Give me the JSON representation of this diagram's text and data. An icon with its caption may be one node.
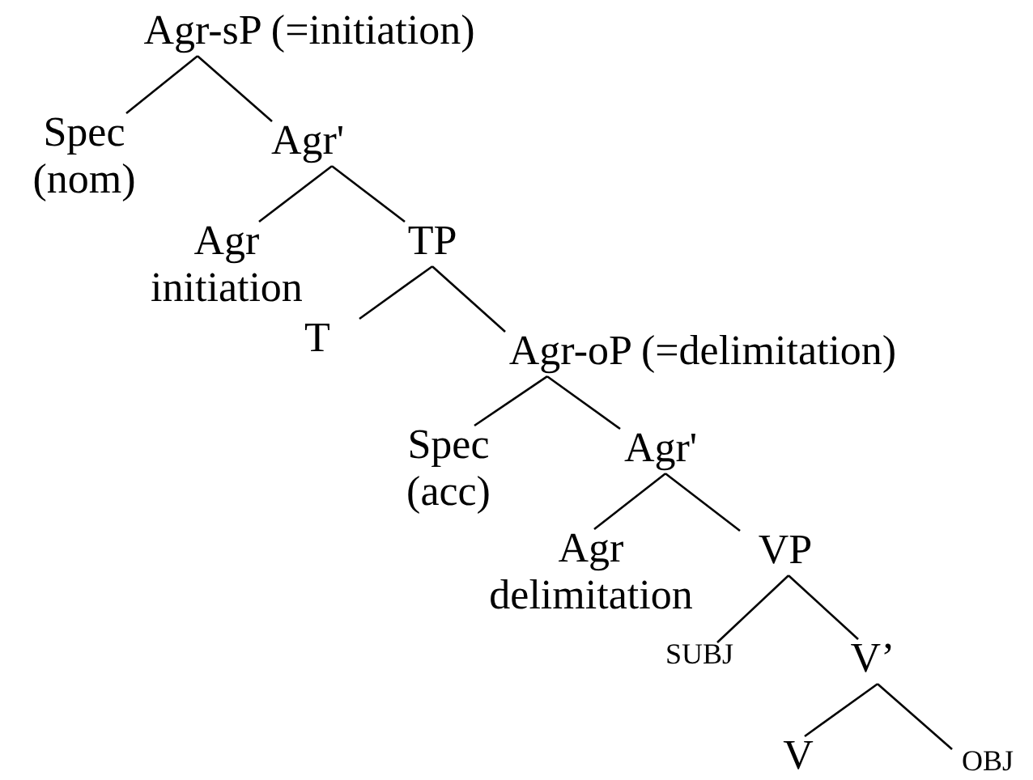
{
  "diagram": {
    "nodes": [
      {
        "text": [
          "Agr-sP (=initiation)"
        ]
      },
      {
        "text": [
          "Spec",
          "(nom)"
        ]
      },
      {
        "text": [
          "Agr'"
        ]
      },
      {
        "text": [
          "Agr",
          "initiation"
        ]
      },
      {
        "text": [
          "TP"
        ]
      },
      {
        "text": [
          "T"
        ]
      },
      {
        "text": [
          "Agr-oP (=delimitation)"
        ]
      },
      {
        "text": [
          "Spec",
          "(acc)"
        ]
      },
      {
        "text": [
          "Agr'"
        ]
      },
      {
        "text": [
          "Agr",
          "delimitation"
        ]
      },
      {
        "text": [
          "VP"
        ]
      },
      {
        "text": [
          "SUBJ"
        ]
      },
      {
        "text": [
          "V’"
        ]
      },
      {
        "text": [
          "V"
        ]
      },
      {
        "text": [
          "OBJ"
        ]
      }
    ],
    "edges": [
      {
        "from": 0,
        "to": 1,
        "arrow": "none"
      },
      {
        "from": 0,
        "to": 2,
        "arrow": "none"
      },
      {
        "from": 2,
        "to": 3,
        "arrow": "none"
      },
      {
        "from": 2,
        "to": 4,
        "arrow": "none"
      },
      {
        "from": 4,
        "to": 5,
        "arrow": "none"
      },
      {
        "from": 4,
        "to": 6,
        "arrow": "none"
      },
      {
        "from": 6,
        "to": 7,
        "arrow": "none"
      },
      {
        "from": 6,
        "to": 8,
        "arrow": "none"
      },
      {
        "from": 8,
        "to": 9,
        "arrow": "none"
      },
      {
        "from": 8,
        "to": 10,
        "arrow": "none"
      },
      {
        "from": 10,
        "to": 11,
        "arrow": "none"
      },
      {
        "from": 10,
        "to": 12,
        "arrow": "none"
      },
      {
        "from": 12,
        "to": 13,
        "arrow": "none"
      },
      {
        "from": 12,
        "to": 14,
        "arrow": "none"
      }
    ]
  }
}
